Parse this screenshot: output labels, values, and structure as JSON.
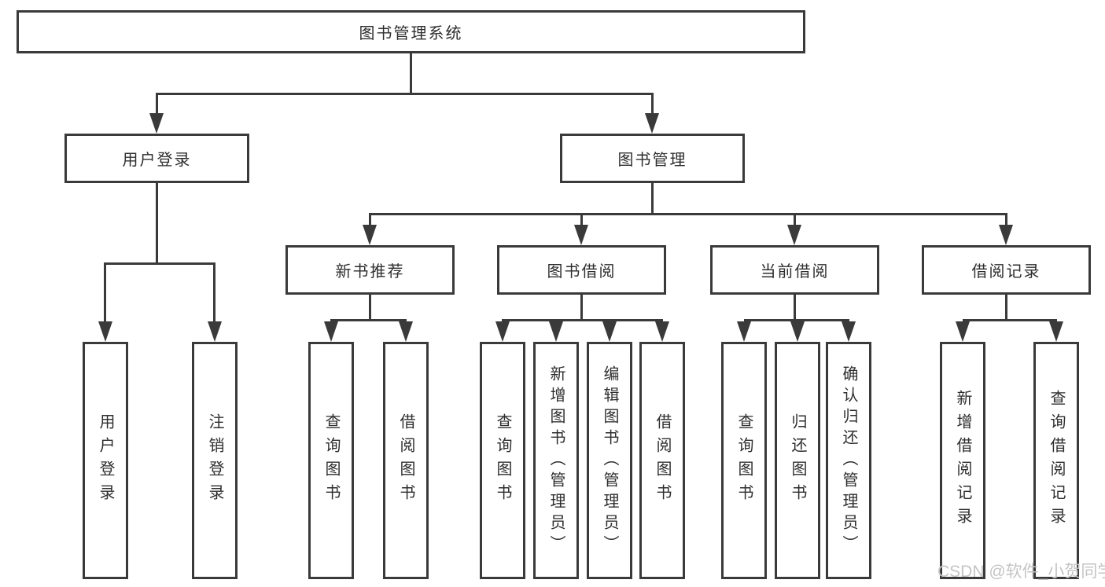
{
  "colors": {
    "line": "#3a3a3a",
    "box_border": "#3a3a3a",
    "text": "#2e2e2e",
    "background": "#ffffff",
    "watermark": "#c4c4c4"
  },
  "tree": {
    "root": {
      "label": "图书管理系统"
    },
    "level2": [
      {
        "label": "用户登录",
        "parent": "图书管理系统"
      },
      {
        "label": "图书管理",
        "parent": "图书管理系统"
      }
    ],
    "level3": [
      {
        "label": "新书推荐",
        "parent": "图书管理"
      },
      {
        "label": "图书借阅",
        "parent": "图书管理"
      },
      {
        "label": "当前借阅",
        "parent": "图书管理"
      },
      {
        "label": "借阅记录",
        "parent": "图书管理"
      }
    ],
    "leaves": [
      {
        "label": "用户登录",
        "parent": "用户登录"
      },
      {
        "label": "注销登录",
        "parent": "用户登录"
      },
      {
        "label": "查询图书",
        "parent": "新书推荐"
      },
      {
        "label": "借阅图书",
        "parent": "新书推荐"
      },
      {
        "label": "查询图书",
        "parent": "图书借阅"
      },
      {
        "label": "新增图书（管理员）",
        "parent": "图书借阅"
      },
      {
        "label": "编辑图书（管理员）",
        "parent": "图书借阅"
      },
      {
        "label": "借阅图书",
        "parent": "图书借阅"
      },
      {
        "label": "查询图书",
        "parent": "当前借阅"
      },
      {
        "label": "归还图书",
        "parent": "当前借阅"
      },
      {
        "label": "确认归还（管理员）",
        "parent": "当前借阅"
      },
      {
        "label": "新增借阅记录",
        "parent": "借阅记录"
      },
      {
        "label": "查询借阅记录",
        "parent": "借阅记录"
      }
    ]
  },
  "watermark": {
    "text": "CSDN @软件_小贺同学"
  }
}
